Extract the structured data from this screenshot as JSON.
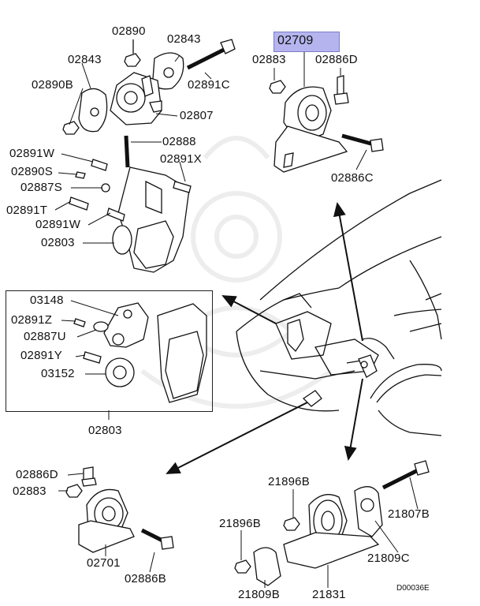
{
  "highlight_part": "02709",
  "drawing_code": "D00036E",
  "labels": {
    "p02890": "02890",
    "p02843a": "02843",
    "p02843b": "02843",
    "p02891C": "02891C",
    "p02890B": "02890B",
    "p02807": "02807",
    "p02888": "02888",
    "p02891W_a": "02891W",
    "p02891X": "02891X",
    "p02890S": "02890S",
    "p02887S": "02887S",
    "p02891T": "02891T",
    "p02891W_b": "02891W",
    "p02803_a": "02803",
    "p02709": "02709",
    "p02883_a": "02883",
    "p02886D_a": "02886D",
    "p02886C_a": "02886C",
    "p03148": "03148",
    "p02891Z": "02891Z",
    "p02887U": "02887U",
    "p02891Y": "02891Y",
    "p03152": "03152",
    "p02803_b": "02803",
    "p02886D_b": "02886D",
    "p02883_b": "02883",
    "p02701": "02701",
    "p02886B": "02886B",
    "p21896B_a": "21896B",
    "p21896B_b": "21896B",
    "p21807B": "21807B",
    "p21809C": "21809C",
    "p21809B": "21809B",
    "p21831": "21831"
  }
}
